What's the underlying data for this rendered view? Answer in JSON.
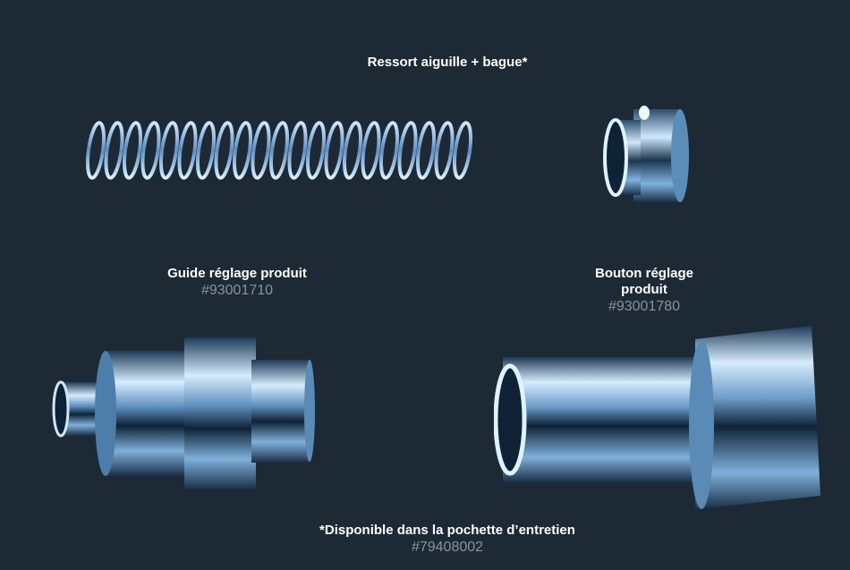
{
  "labels": {
    "spring_ring": {
      "title": "Ressort aiguille + bague*"
    },
    "guide": {
      "title": "Guide réglage produit",
      "ref": "#93001710"
    },
    "button": {
      "title_line1": "Bouton réglage",
      "title_line2": "produit",
      "ref": "#93001780"
    },
    "footnote": {
      "title": "*Disponible dans la pochette d’entretien",
      "ref": "#79408002"
    }
  },
  "colors": {
    "background": "#1e2936",
    "part_light": "#dff2ff",
    "part_mid": "#6fa6d6",
    "part_dark": "#0f2236",
    "ref_text": "#8a939c"
  }
}
